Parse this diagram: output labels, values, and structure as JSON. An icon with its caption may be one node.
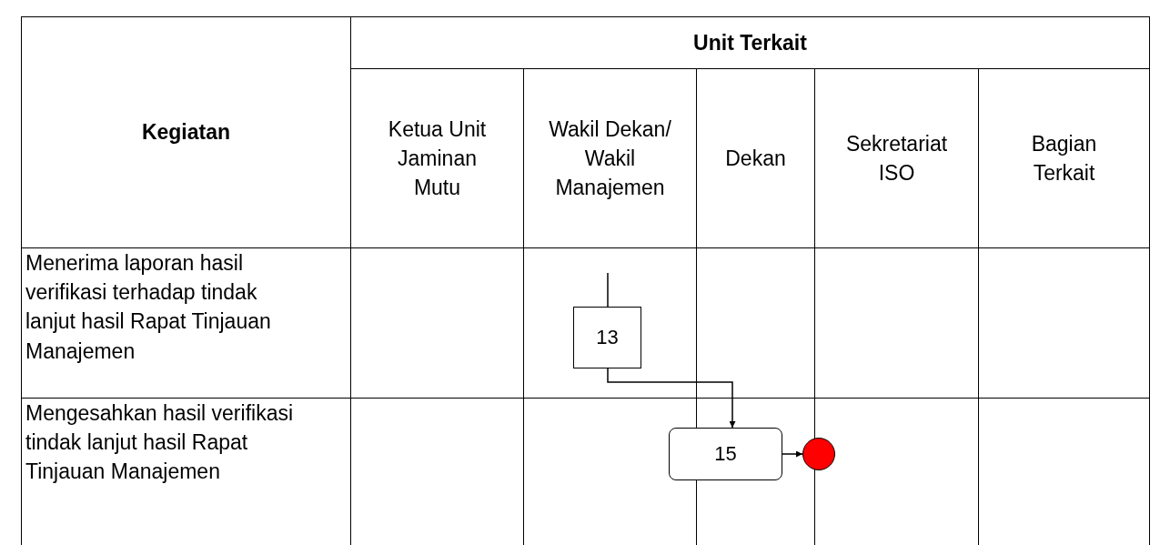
{
  "diagram": {
    "nodes": [
      {
        "text": [
          "13"
        ]
      },
      {
        "text": [
          "15"
        ]
      },
      {
        "text": [],
        "shape": "circle"
      }
    ],
    "edges": [
      {
        "from": null,
        "to": 0,
        "arrow": "none"
      },
      {
        "from": 0,
        "to": 1,
        "arrow": "to"
      },
      {
        "from": 1,
        "to": 2,
        "arrow": "to"
      }
    ],
    "labels": [
      "Kegiatan",
      "Unit Terkait",
      "Ketua Unit Jaminan Mutu",
      "Wakil Dekan/ Wakil Manajemen",
      "Dekan",
      "Sekretariat ISO",
      "Bagian Terkait",
      "Menerima laporan hasil verifikasi terhadap tindak lanjut hasil Rapat Tinjauan Manajemen",
      "Mengesahkan hasil verifikasi tindak lanjut hasil Rapat Tinjauan Manajemen"
    ]
  }
}
